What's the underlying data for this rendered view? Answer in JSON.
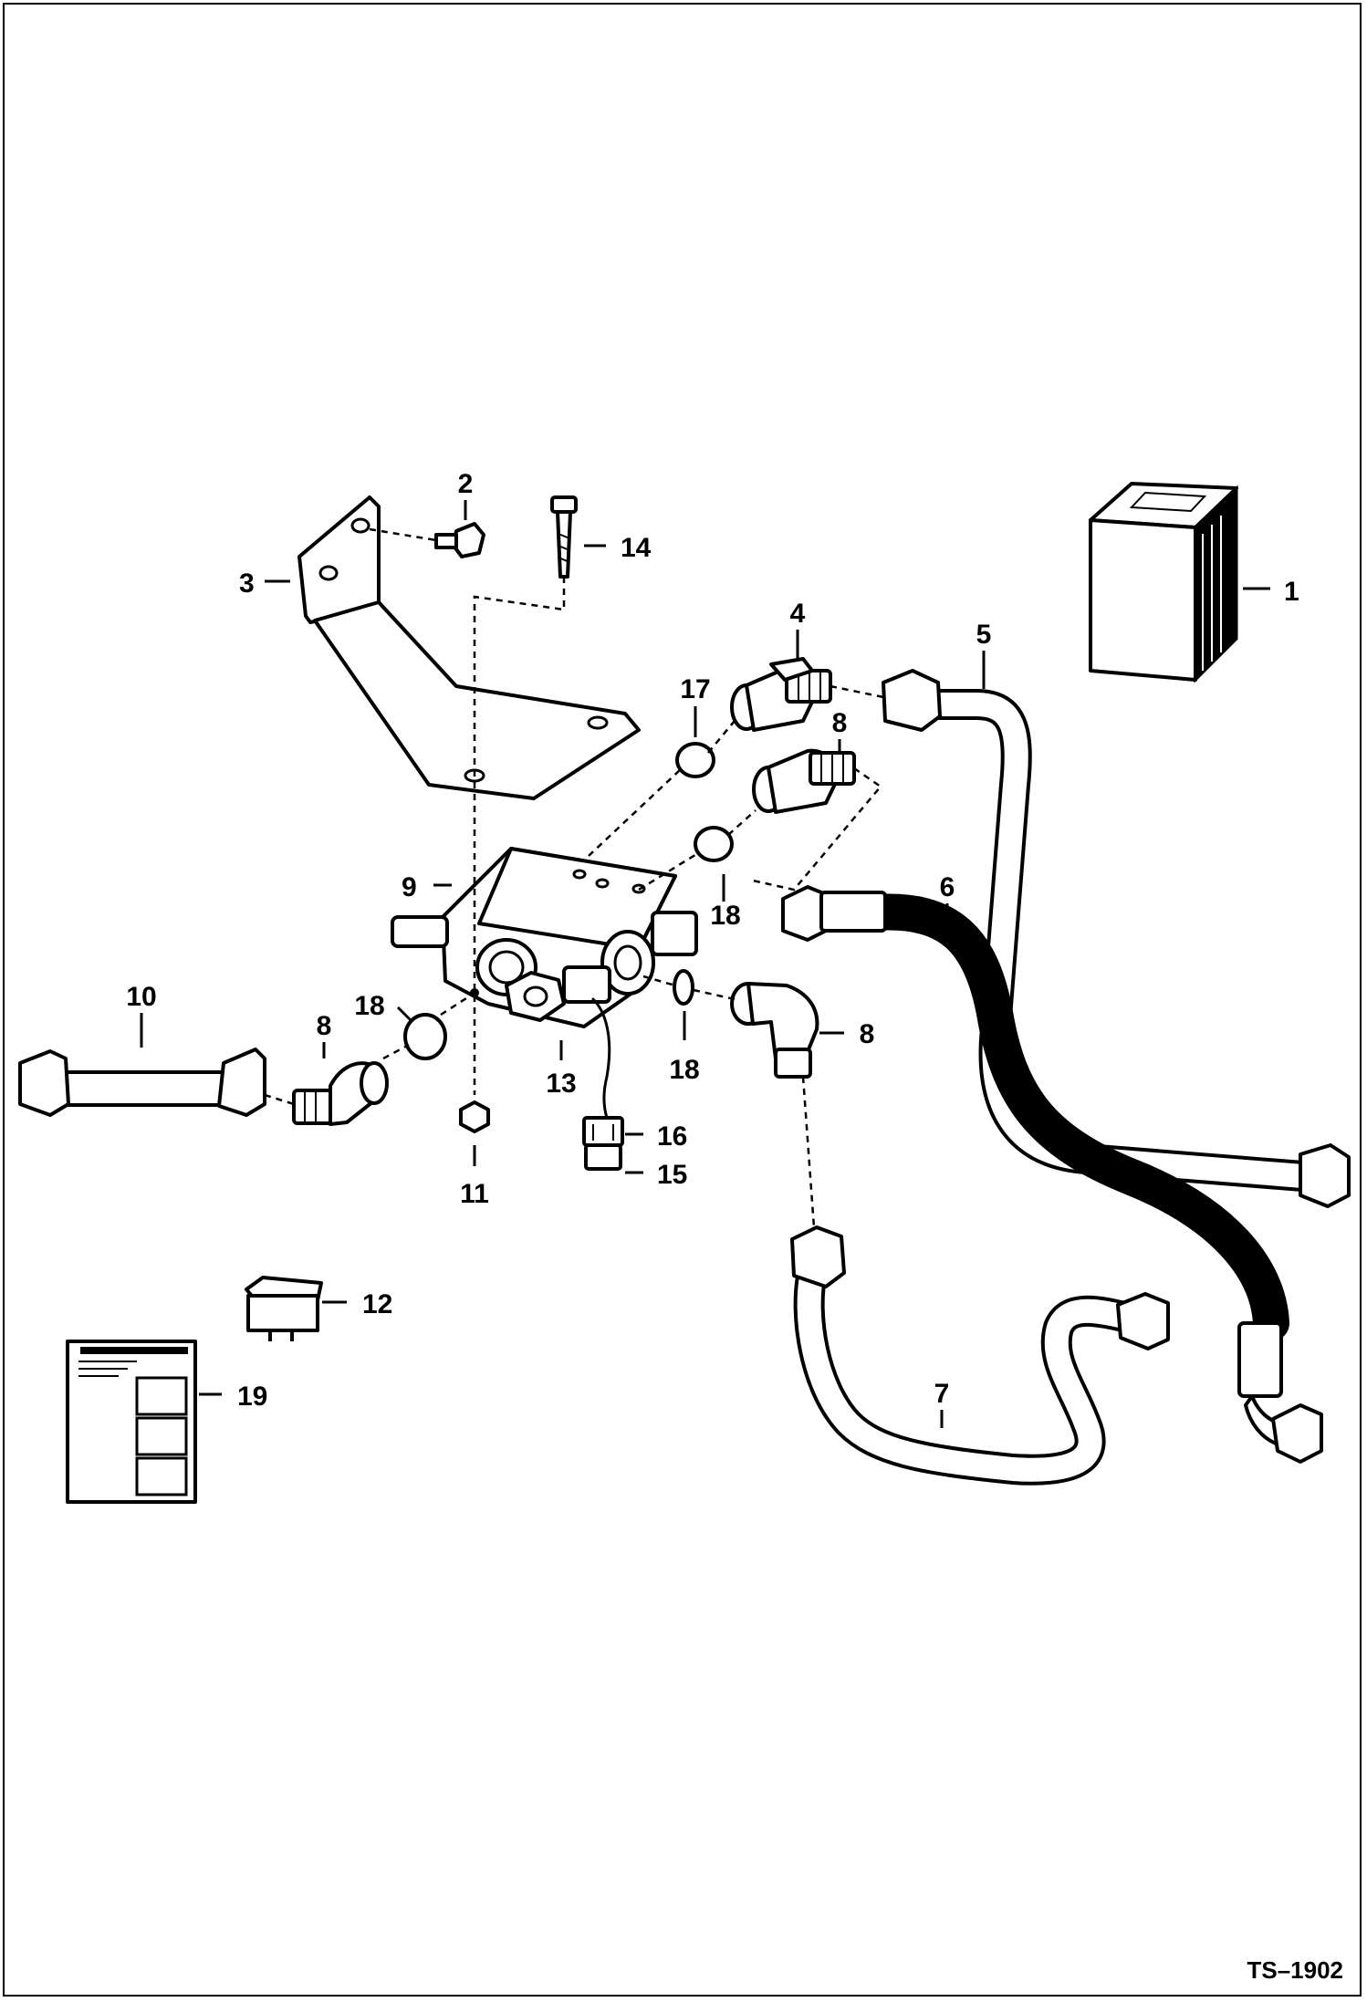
{
  "diagram": {
    "reference": "TS–1902",
    "callouts": [
      "1",
      "2",
      "3",
      "4",
      "5",
      "6",
      "7",
      "8",
      "8",
      "8",
      "9",
      "10",
      "11",
      "12",
      "13",
      "14",
      "15",
      "16",
      "17",
      "18",
      "18",
      "18",
      "19"
    ]
  }
}
